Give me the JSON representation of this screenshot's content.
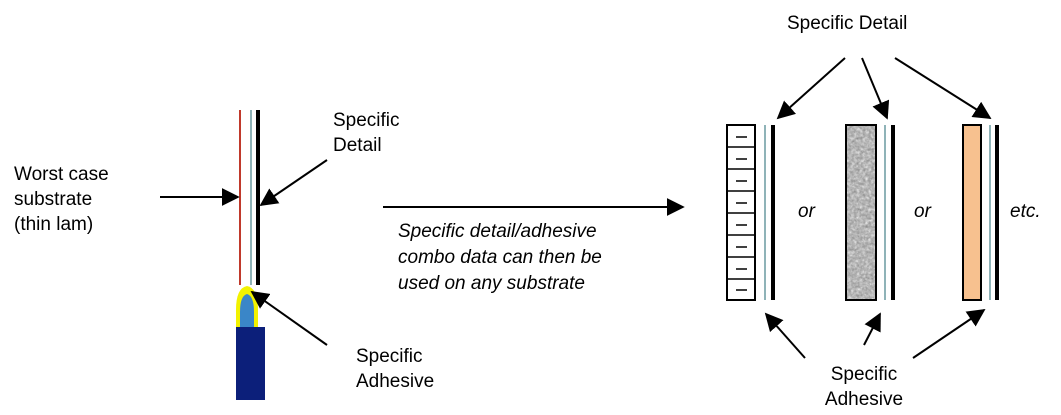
{
  "left": {
    "worst_case": [
      "Worst case",
      "substrate",
      "(thin lam)"
    ],
    "specific_detail": [
      "Specific",
      "Detail"
    ],
    "specific_adhesive": [
      "Specific",
      "Adhesive"
    ]
  },
  "middle": {
    "caption": [
      "Specific detail/adhesive",
      "combo data can then be",
      "used on any substrate"
    ]
  },
  "right": {
    "specific_detail": "Specific Detail",
    "specific_adhesive": [
      "Specific",
      "Adhesive"
    ],
    "separators": [
      "or",
      "or",
      "etc."
    ]
  },
  "colors": {
    "substrate_line": "#c0392b",
    "adhesive_line": "#8fb3b8",
    "detail_line": "#000000",
    "torch_body": "#0c1f7a",
    "flame_outer": "#f2f200",
    "flame_inner": "#3a86c8",
    "orange_substrate": "#f7c18f"
  }
}
